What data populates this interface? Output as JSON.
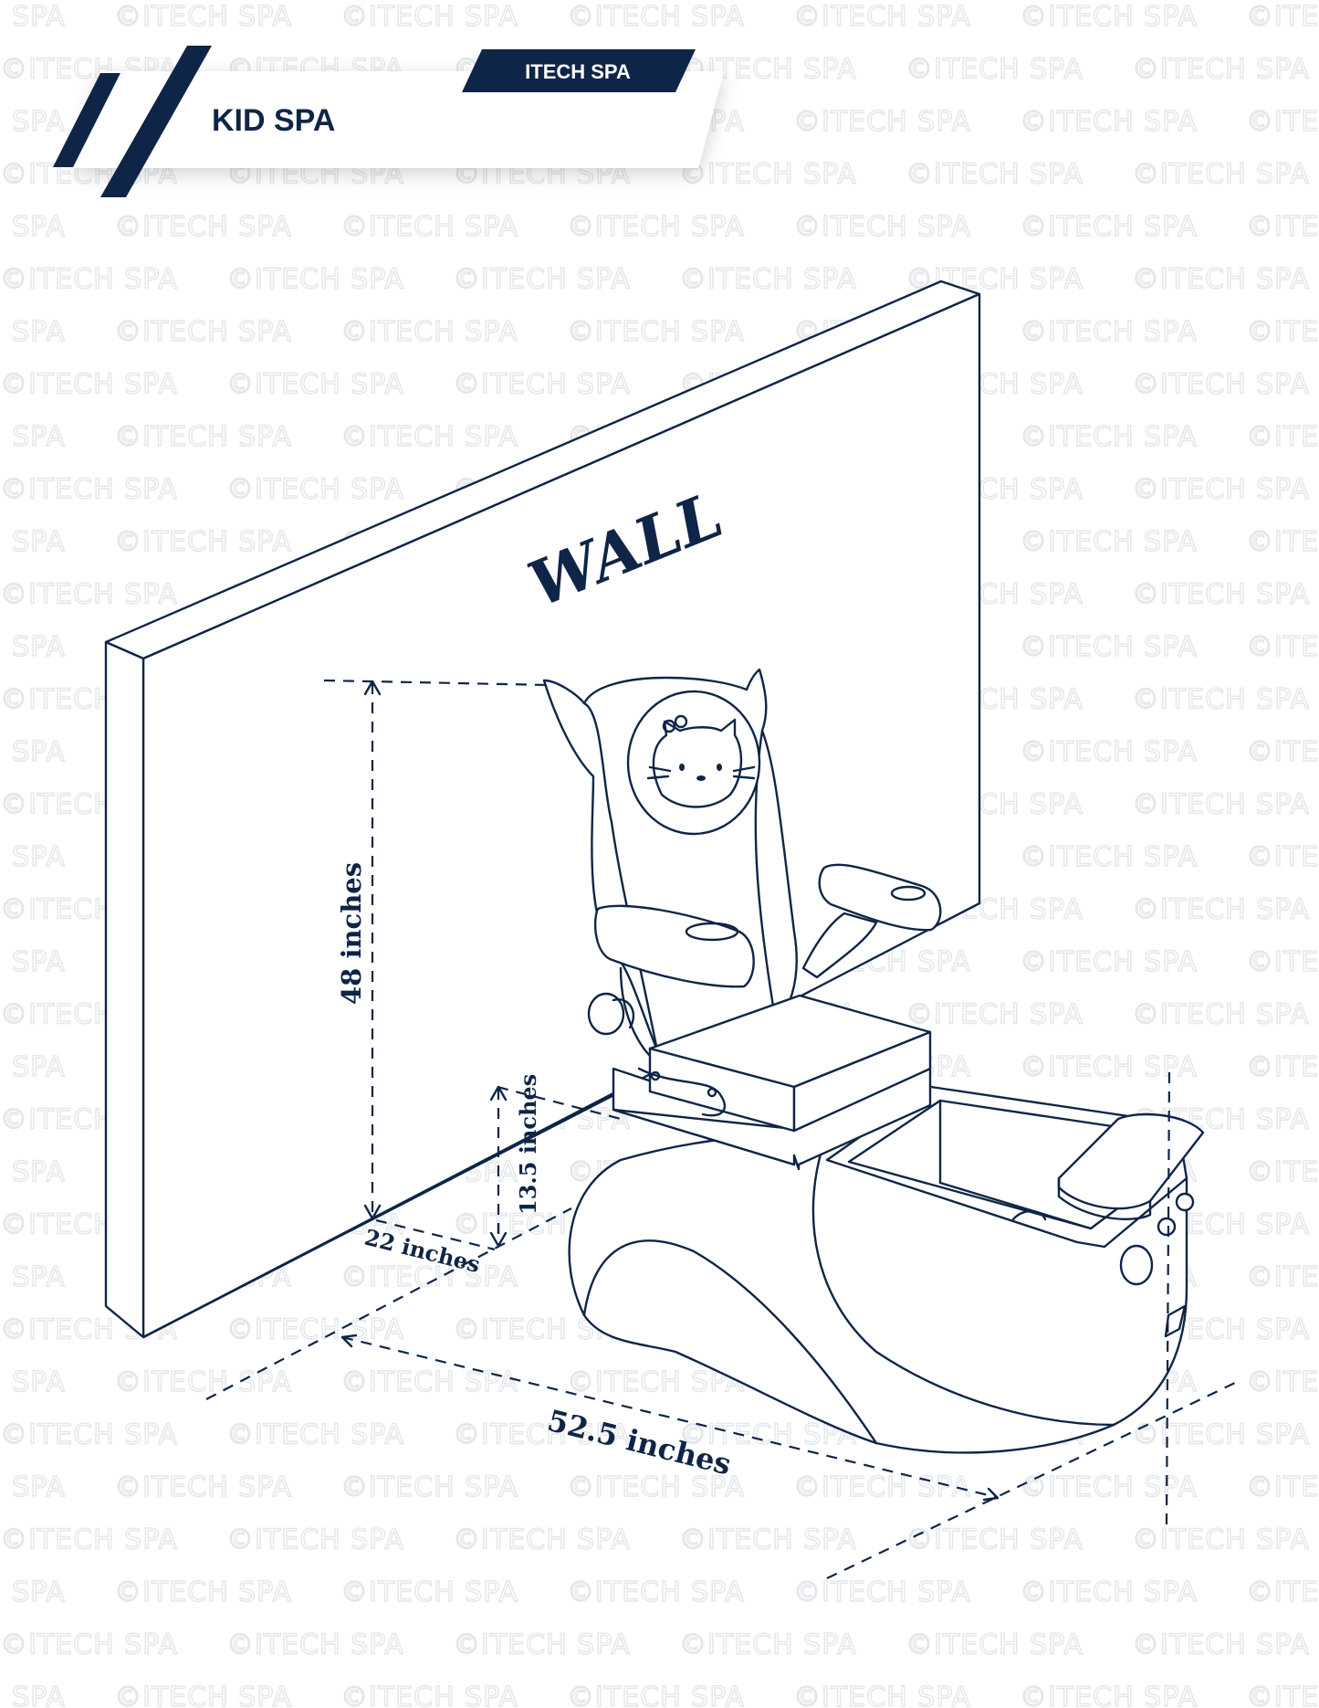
{
  "header": {
    "title": "KID SPA",
    "brand_tab": "ITECH SPA"
  },
  "watermark": "©ITECH SPA",
  "diagram": {
    "wall_label": "WALL",
    "dimensions": {
      "height": "48 inches",
      "seat_height": "13.5 inches",
      "wall_clearance": "22 inches",
      "length": "52.5 inches"
    }
  },
  "colors": {
    "navy": "#0f2547",
    "watermark": "#e4e6ea"
  }
}
